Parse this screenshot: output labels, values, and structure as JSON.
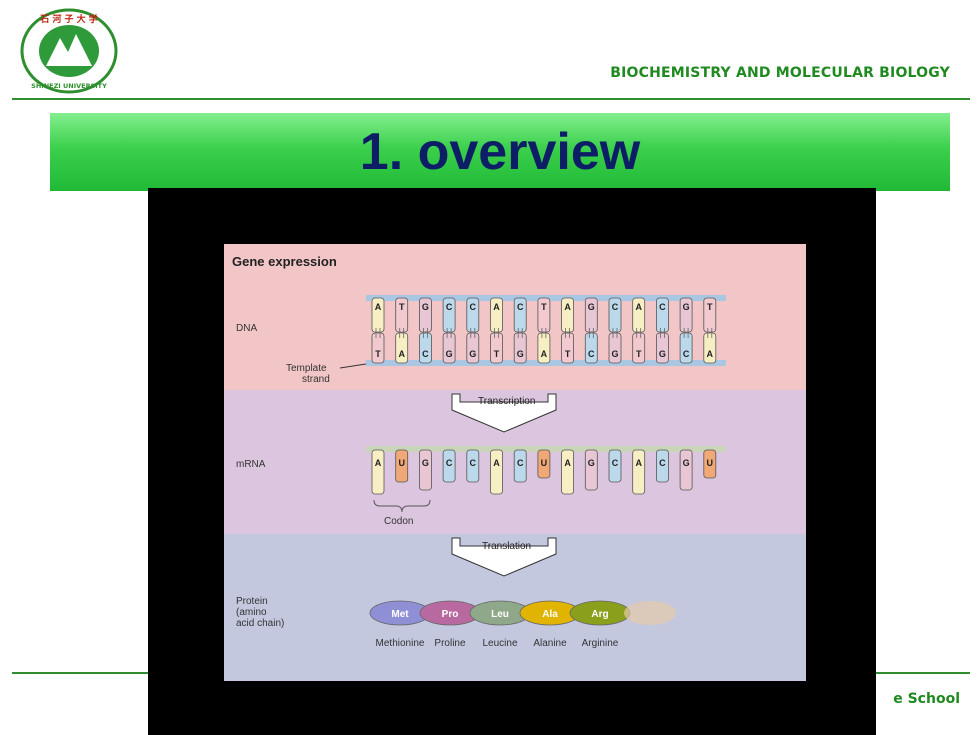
{
  "header": {
    "logo_icon": "university-seal-icon",
    "logo_text": "SHINEZI UNIVERSITY",
    "course_title": "BIOCHEMISTRY  AND MOLECULAR BIOLOGY"
  },
  "slide": {
    "title": "1. overview",
    "accent": "#2f8f2f",
    "title_color": "#0d1d66"
  },
  "footer": {
    "text": "e School"
  },
  "figure": {
    "title": "Gene expression",
    "dna_label": "DNA",
    "template_label_1": "Template",
    "template_label_2": "strand",
    "transcription_label": "Transcription",
    "mrna_label": "mRNA",
    "codon_label": "Codon",
    "translation_label": "Translation",
    "protein_label_1": "Protein",
    "protein_label_2": "(amino",
    "protein_label_3": "acid chain)",
    "dna_top": [
      "A",
      "T",
      "G",
      "C",
      "C",
      "A",
      "C",
      "T",
      "A",
      "G",
      "C",
      "A",
      "C",
      "G",
      "T"
    ],
    "dna_bottom": [
      "T",
      "A",
      "C",
      "G",
      "G",
      "T",
      "G",
      "A",
      "T",
      "C",
      "G",
      "T",
      "G",
      "C",
      "A"
    ],
    "mrna": [
      "A",
      "U",
      "G",
      "C",
      "C",
      "A",
      "C",
      "U",
      "A",
      "G",
      "C",
      "A",
      "C",
      "G",
      "U"
    ],
    "amino_acids": [
      {
        "abbr": "Met",
        "name": "Methionine",
        "color": "#8f8fd6"
      },
      {
        "abbr": "Pro",
        "name": "Proline",
        "color": "#b86aa0"
      },
      {
        "abbr": "Leu",
        "name": "Leucine",
        "color": "#8fa88a"
      },
      {
        "abbr": "Ala",
        "name": "Alanine",
        "color": "#e0b400"
      },
      {
        "abbr": "Arg",
        "name": "Arginine",
        "color": "#8aa01c"
      }
    ],
    "base_colors": {
      "A": "#f7eec4",
      "T": "#f1c9cf",
      "U": "#f0a877",
      "G": "#e8c6d3",
      "C": "#bcd9ec"
    }
  }
}
